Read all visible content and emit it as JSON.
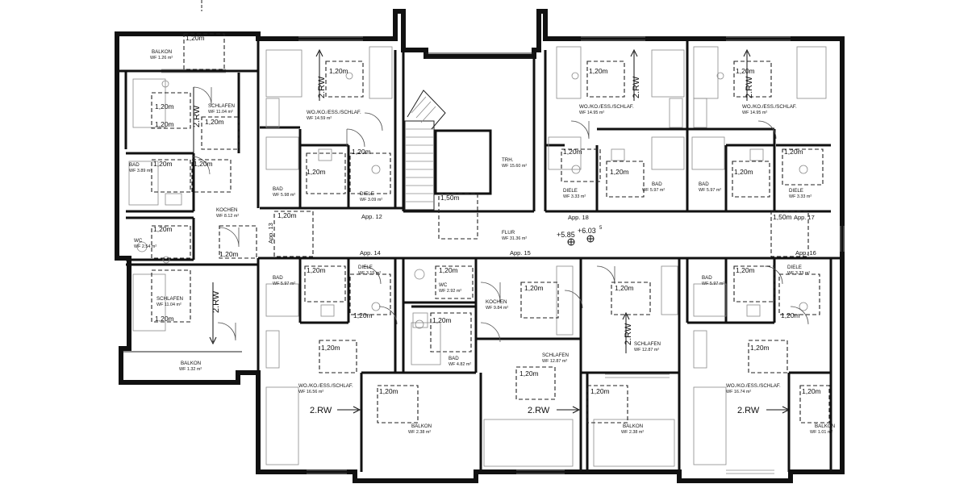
{
  "plan": {
    "clearance": "1,20m",
    "rw_label": "2.RW",
    "levels": {
      "main": "+5.85",
      "secondary": "+6.03"
    },
    "level_superscript": "5",
    "landing_dim": "1,50m",
    "apartments": {
      "app12": "App. 12",
      "app13": "App. 13",
      "app14": "App. 14",
      "app15": "App. 15",
      "app16": "App. 16",
      "app17": "App. 17",
      "app18": "App. 18"
    },
    "rooms": {
      "balkon_tl": {
        "name": "BALKON",
        "area": "WF   1.26 m²"
      },
      "schlafen_tl": {
        "name": "SCHLAFEN",
        "area": "WF   11.04 m²"
      },
      "bad_l": {
        "name": "BAD",
        "area": "WF   3.89 m²"
      },
      "kochen_l": {
        "name": "KOCHEN",
        "area": "WF   8.12 m²"
      },
      "wc_l": {
        "name": "WC",
        "area": "WF   2.54 m²"
      },
      "schlafen_bl": {
        "name": "SCHLAFEN",
        "area": "WF   11.04 m²"
      },
      "balkon_bl": {
        "name": "BALKON",
        "area": "WF   1.32 m²"
      },
      "wko_12": {
        "name": "WO./KO./ESS./SCHLAF.",
        "area": "WF   14.59 m²"
      },
      "bad_12": {
        "name": "BAD",
        "area": "WF   5.98 m²"
      },
      "diele_12": {
        "name": "DIELE",
        "area": "WF   3.09 m²"
      },
      "trh": {
        "name": "TRH.",
        "area": "WF   15.60 m²"
      },
      "flur": {
        "name": "FLUR",
        "area": "WF   31.36 m²"
      },
      "wko_18": {
        "name": "WO./KO./ESS./SCHLAF.",
        "area": "WF   14.95 m²"
      },
      "diele_18": {
        "name": "DIELE",
        "area": "WF   3.33 m²"
      },
      "bad_18": {
        "name": "BAD",
        "area": "WF   5.97 m²"
      },
      "wko_17": {
        "name": "WO./KO./ESS./SCHLAF.",
        "area": "WF   14.95 m²"
      },
      "bad_17": {
        "name": "BAD",
        "area": "WF   5.97 m²"
      },
      "diele_17": {
        "name": "DIELE",
        "area": "WF   3.33 m²"
      },
      "bad_14": {
        "name": "BAD",
        "area": "WF   5.97 m²"
      },
      "diele_14": {
        "name": "DIELE",
        "area": "WF   3.15 m²"
      },
      "wko_14": {
        "name": "WO./KO./ESS./SCHLAF.",
        "area": "WF   16.56 m²"
      },
      "balkon_14": {
        "name": "BALKON",
        "area": "WF   2.38 m²"
      },
      "wc_15": {
        "name": "WC",
        "area": "WF   2.92 m²"
      },
      "kochen_15": {
        "name": "KOCHEN",
        "area": "WF   9.84 m²"
      },
      "bad_15": {
        "name": "BAD",
        "area": "WF   4.82 m²"
      },
      "schlafen_15a": {
        "name": "SCHLAFEN",
        "area": "WF   12.87 m²"
      },
      "schlafen_15b": {
        "name": "SCHLAFEN",
        "area": "WF   12.87 m²"
      },
      "balkon_15": {
        "name": "BALKON",
        "area": "WF   2.38 m²"
      },
      "bad_16": {
        "name": "BAD",
        "area": "WF   5.97 m²"
      },
      "diele_16": {
        "name": "DIELE",
        "area": "WF   3.33 m²"
      },
      "wko_16": {
        "name": "WO./KO./ESS./SCHLAF.",
        "area": "WF   16.74 m²"
      },
      "balkon_16": {
        "name": "BALKON",
        "area": "WF   1.01 m²"
      }
    }
  }
}
